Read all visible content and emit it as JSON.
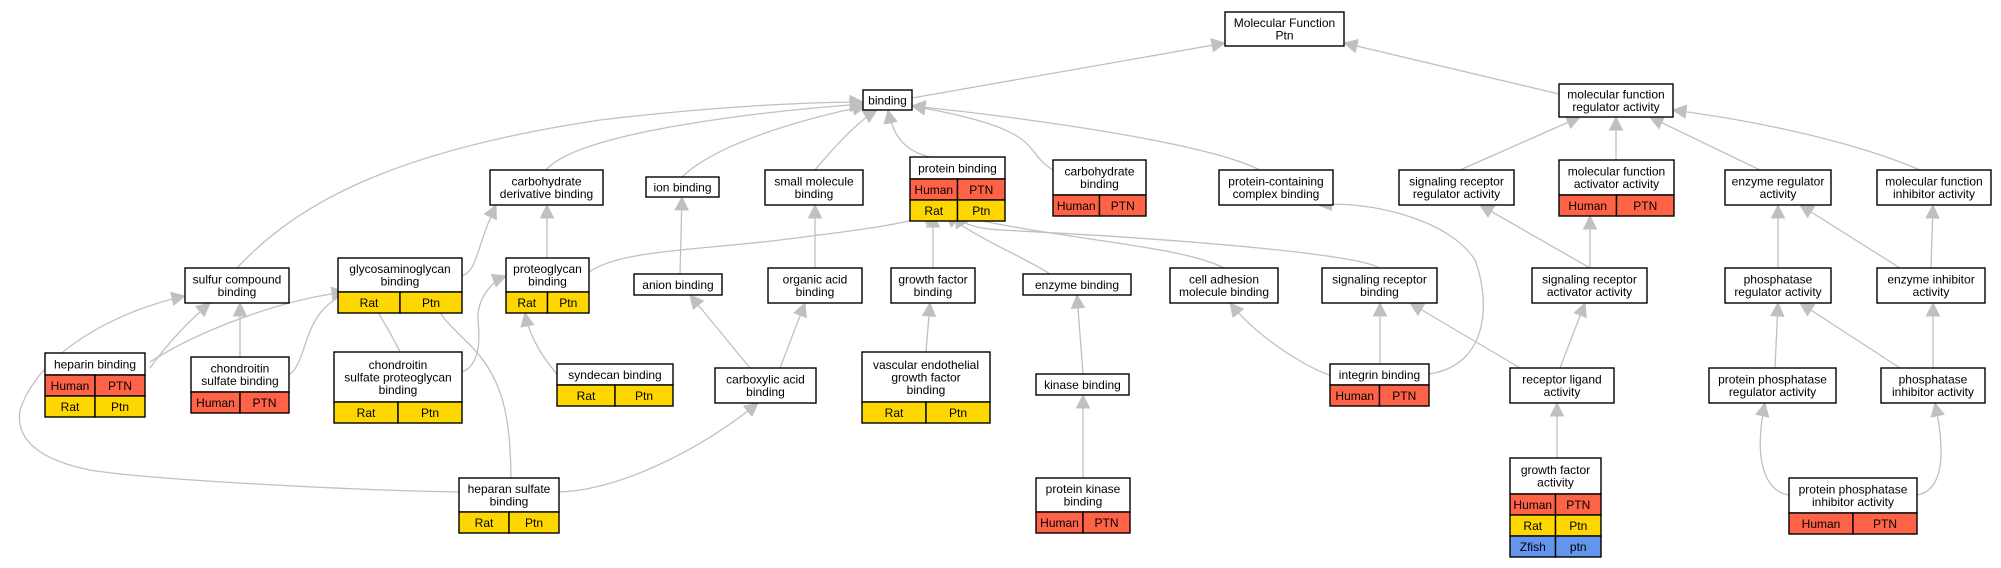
{
  "colors": {
    "edge": "#c0c0c0",
    "node_border": "#000000",
    "node_fill": "#ffffff",
    "human": "#ff6347",
    "rat": "#ffd700",
    "zfish": "#6495ed"
  },
  "nodes": {
    "mf_ptn": {
      "lines": [
        "Molecular Function",
        "Ptn"
      ],
      "rows": []
    },
    "binding": {
      "lines": [
        "binding"
      ],
      "rows": []
    },
    "mf_reg": {
      "lines": [
        "molecular function",
        "regulator activity"
      ],
      "rows": []
    },
    "carb_deriv": {
      "lines": [
        "carbohydrate",
        "derivative binding"
      ],
      "rows": []
    },
    "ion": {
      "lines": [
        "ion binding"
      ],
      "rows": []
    },
    "small_mol": {
      "lines": [
        "small molecule",
        "binding"
      ],
      "rows": []
    },
    "protein": {
      "lines": [
        "protein binding"
      ],
      "rows": [
        [
          "Human",
          "PTN"
        ],
        [
          "Rat",
          "Ptn"
        ]
      ]
    },
    "carb": {
      "lines": [
        "carbohydrate",
        "binding"
      ],
      "rows": [
        [
          "Human",
          "PTN"
        ]
      ]
    },
    "prot_complex": {
      "lines": [
        "protein-containing",
        "complex binding"
      ],
      "rows": []
    },
    "sig_rec_reg": {
      "lines": [
        "signaling receptor",
        "regulator activity"
      ],
      "rows": []
    },
    "mf_act": {
      "lines": [
        "molecular function",
        "activator activity"
      ],
      "rows": [
        [
          "Human",
          "PTN"
        ]
      ]
    },
    "enz_reg": {
      "lines": [
        "enzyme regulator",
        "activity"
      ],
      "rows": []
    },
    "mf_inh": {
      "lines": [
        "molecular function",
        "inhibitor activity"
      ],
      "rows": []
    },
    "sulfur": {
      "lines": [
        "sulfur compound",
        "binding"
      ],
      "rows": []
    },
    "gag": {
      "lines": [
        "glycosaminoglycan",
        "binding"
      ],
      "rows": [
        [
          "Rat",
          "Ptn"
        ]
      ]
    },
    "proteoglycan": {
      "lines": [
        "proteoglycan",
        "binding"
      ],
      "rows": [
        [
          "Rat",
          "Ptn"
        ]
      ]
    },
    "anion": {
      "lines": [
        "anion binding"
      ],
      "rows": []
    },
    "org_acid": {
      "lines": [
        "organic acid",
        "binding"
      ],
      "rows": []
    },
    "gf_bind": {
      "lines": [
        "growth factor",
        "binding"
      ],
      "rows": []
    },
    "enzyme": {
      "lines": [
        "enzyme binding"
      ],
      "rows": []
    },
    "cell_adh": {
      "lines": [
        "cell adhesion",
        "molecule binding"
      ],
      "rows": []
    },
    "sig_rec": {
      "lines": [
        "signaling receptor",
        "binding"
      ],
      "rows": []
    },
    "sig_rec_act": {
      "lines": [
        "signaling receptor",
        "activator activity"
      ],
      "rows": []
    },
    "phos_reg": {
      "lines": [
        "phosphatase",
        "regulator activity"
      ],
      "rows": []
    },
    "enz_inh": {
      "lines": [
        "enzyme inhibitor",
        "activity"
      ],
      "rows": []
    },
    "heparin": {
      "lines": [
        "heparin binding"
      ],
      "rows": [
        [
          "Human",
          "PTN"
        ],
        [
          "Rat",
          "Ptn"
        ]
      ]
    },
    "chond": {
      "lines": [
        "chondroitin",
        "sulfate binding"
      ],
      "rows": [
        [
          "Human",
          "PTN"
        ]
      ]
    },
    "cspg": {
      "lines": [
        "chondroitin",
        "sulfate proteoglycan",
        "binding"
      ],
      "rows": [
        [
          "Rat",
          "Ptn"
        ]
      ]
    },
    "syndecan": {
      "lines": [
        "syndecan binding"
      ],
      "rows": [
        [
          "Rat",
          "Ptn"
        ]
      ]
    },
    "carbox": {
      "lines": [
        "carboxylic acid",
        "binding"
      ],
      "rows": []
    },
    "vegf": {
      "lines": [
        "vascular endothelial",
        "growth factor",
        "binding"
      ],
      "rows": [
        [
          "Rat",
          "Ptn"
        ]
      ]
    },
    "kinase": {
      "lines": [
        "kinase binding"
      ],
      "rows": []
    },
    "integrin": {
      "lines": [
        "integrin binding"
      ],
      "rows": [
        [
          "Human",
          "PTN"
        ]
      ]
    },
    "rec_lig": {
      "lines": [
        "receptor ligand",
        "activity"
      ],
      "rows": []
    },
    "prot_phos_reg": {
      "lines": [
        "protein phosphatase",
        "regulator activity"
      ],
      "rows": []
    },
    "phos_inh": {
      "lines": [
        "phosphatase",
        "inhibitor activity"
      ],
      "rows": []
    },
    "hs": {
      "lines": [
        "heparan sulfate",
        "binding"
      ],
      "rows": [
        [
          "Rat",
          "Ptn"
        ]
      ]
    },
    "prot_kinase": {
      "lines": [
        "protein kinase",
        "binding"
      ],
      "rows": [
        [
          "Human",
          "PTN"
        ]
      ]
    },
    "gf_act": {
      "lines": [
        "growth factor",
        "activity"
      ],
      "rows": [
        [
          "Human",
          "PTN"
        ],
        [
          "Rat",
          "Ptn"
        ],
        [
          "Zfish",
          "ptn"
        ]
      ]
    },
    "prot_phos_inh": {
      "lines": [
        "protein phosphatase",
        "inhibitor activity"
      ],
      "rows": [
        [
          "Human",
          "PTN"
        ]
      ]
    }
  }
}
